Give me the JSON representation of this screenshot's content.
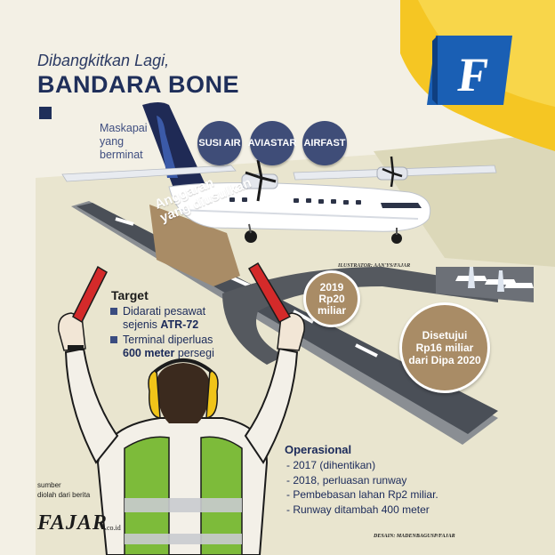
{
  "title": {
    "line1": "Dibangkitkan Lagi,",
    "line2": "BANDARA BONE"
  },
  "maskapai": {
    "label_line1": "Maskapai",
    "label_line2": "yang",
    "label_line3": "berminat",
    "airlines": [
      "SUSI AIR",
      "AVIASTAR",
      "AIRFAST"
    ]
  },
  "anggaran": {
    "line1": "Anggaran",
    "line2": "yang diusulkan"
  },
  "budget_2019": {
    "line1": "2019",
    "line2": "Rp20",
    "line3": "miliar"
  },
  "budget_approved": {
    "line1": "Disetujui",
    "line2": "Rp16 miliar",
    "line3": "dari Dipa 2020"
  },
  "target": {
    "title": "Target",
    "item1_pre": "Didarati pesawat",
    "item1_mid": "sejenis ",
    "item1_bold": "ATR-72",
    "item2_pre": "Terminal diperluas",
    "item2_bold": "600 meter",
    "item2_post": " persegi"
  },
  "operasional": {
    "title": "Operasional",
    "items": [
      "- 2017 (dihentikan)",
      "- 2018, perluasan runway",
      "- Pembebasan lahan Rp2 miliar.",
      "- Runway ditambah 400 meter"
    ]
  },
  "credits": {
    "illustrator": "ILUSTRATOR: AAN'YS/FAJAR",
    "sumber_line1": "sumber",
    "sumber_line2": "diolah dari berita",
    "logo": "FAJAR",
    "logo_suffix": ".co.id",
    "desain": "DESAIN: MADENBAGUSP/FAJAR",
    "badge_letter": "F"
  },
  "colors": {
    "navy": "#1f2f5a",
    "yellow": "#f5c623",
    "tan": "#a98c66",
    "vest_green": "#7dbb3a",
    "badge_blue": "#1a5fb4"
  }
}
